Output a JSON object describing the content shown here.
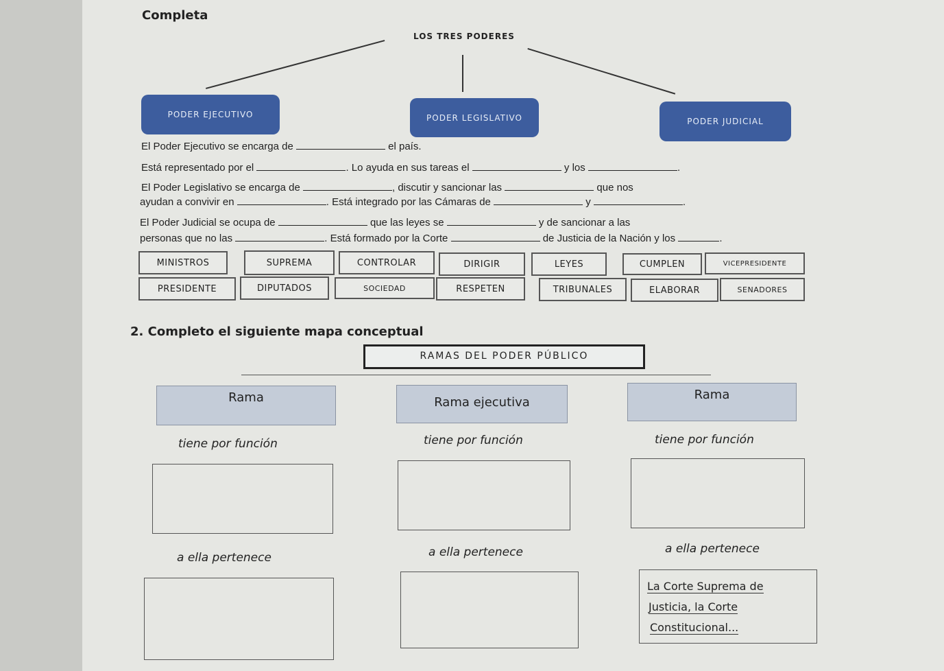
{
  "title": "Completa",
  "tree_title": "LOS TRES PODERES",
  "powers": [
    "PODER EJECUTIVO",
    "PODER LEGISLATIVO",
    "PODER JUDICIAL"
  ],
  "sentences": [
    [
      "El Poder Ejecutivo se encarga de",
      "el país."
    ],
    [
      "Está representado por el",
      ". Lo ayuda en sus tareas el",
      "y los",
      "."
    ],
    [
      "El Poder Legislativo se encarga de",
      ", discutir y sancionar las",
      "que nos"
    ],
    [
      "ayudan a convivir en",
      ". Está integrado por las Cámaras de",
      "y",
      "."
    ],
    [
      "El Poder Judicial se ocupa de",
      "que las leyes se",
      "y de sancionar a las"
    ],
    [
      "personas que no las",
      ". Está formado por la Corte",
      "de Justicia de la Nación y los",
      "."
    ]
  ],
  "word_bank": [
    [
      "MINISTROS",
      "SUPREMA",
      "CONTROLAR",
      "DIRIGIR",
      "LEYES",
      "CUMPLEN",
      "VICEPRESIDENTE"
    ],
    [
      "PRESIDENTE",
      "DIPUTADOS",
      "SOCIEDAD",
      "RESPETEN",
      "TRIBUNALES",
      "ELABORAR",
      "SENADORES"
    ]
  ],
  "section2_title": "2. Completo el siguiente mapa conceptual",
  "map_root": "RAMAS DEL PODER PÚBLICO",
  "branches": [
    {
      "label": "Rama",
      "function": "tiene por función",
      "belongs": "a ella pertenece"
    },
    {
      "label": "Rama ejecutiva",
      "function": "tiene por función",
      "belongs": "a ella pertenece"
    },
    {
      "label": "Rama",
      "function": "tiene por función",
      "belongs": "a ella pertenece"
    }
  ],
  "judicial_answer": [
    "La Corte Suprema de",
    "Justicia, la Corte",
    "Constitucional..."
  ]
}
